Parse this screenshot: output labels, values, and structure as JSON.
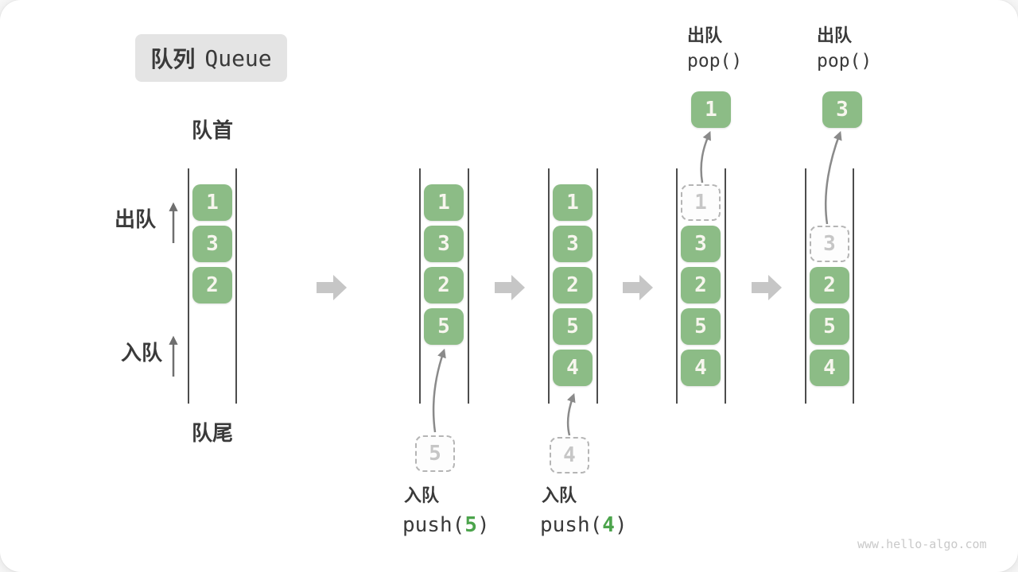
{
  "title": {
    "zh": "队列",
    "en": "Queue"
  },
  "labels": {
    "front": "队首",
    "rear": "队尾",
    "dequeue_side": "出队",
    "enqueue_side": "入队"
  },
  "queues": [
    {
      "slots": [
        {
          "v": "1"
        },
        {
          "v": "3"
        },
        {
          "v": "2"
        }
      ]
    },
    {
      "slots": [
        {
          "v": "1"
        },
        {
          "v": "3"
        },
        {
          "v": "2"
        },
        {
          "v": "5"
        }
      ],
      "incoming": "5",
      "op_label": "入队",
      "op_fn": "push(",
      "op_arg": "5",
      "op_close": ")"
    },
    {
      "slots": [
        {
          "v": "1"
        },
        {
          "v": "3"
        },
        {
          "v": "2"
        },
        {
          "v": "5"
        },
        {
          "v": "4"
        }
      ],
      "incoming": "4",
      "op_label": "入队",
      "op_fn": "push(",
      "op_arg": "4",
      "op_close": ")"
    },
    {
      "ghost": "1",
      "slots": [
        {
          "v": "3"
        },
        {
          "v": "2"
        },
        {
          "v": "5"
        },
        {
          "v": "4"
        }
      ],
      "popped": "1",
      "op_label": "出队",
      "op_code": "pop()"
    },
    {
      "ghost": "3",
      "slots": [
        {
          "v": "2"
        },
        {
          "v": "5"
        },
        {
          "v": "4"
        }
      ],
      "popped": "3",
      "op_label": "出队",
      "op_code": "pop()"
    }
  ],
  "colors": {
    "box_green": "#8CBC86",
    "code_green": "#4CA44C",
    "label_dark": "#3A3A3A",
    "curve_arrow_gray": "#8A8A8A",
    "block_arrow_gray": "#C6C6C6",
    "ghost_gray": "#C6C6C6",
    "badge_bg": "#E4E4E4",
    "wall_gray": "#4D4D4D"
  },
  "watermark": "www.hello-algo.com"
}
